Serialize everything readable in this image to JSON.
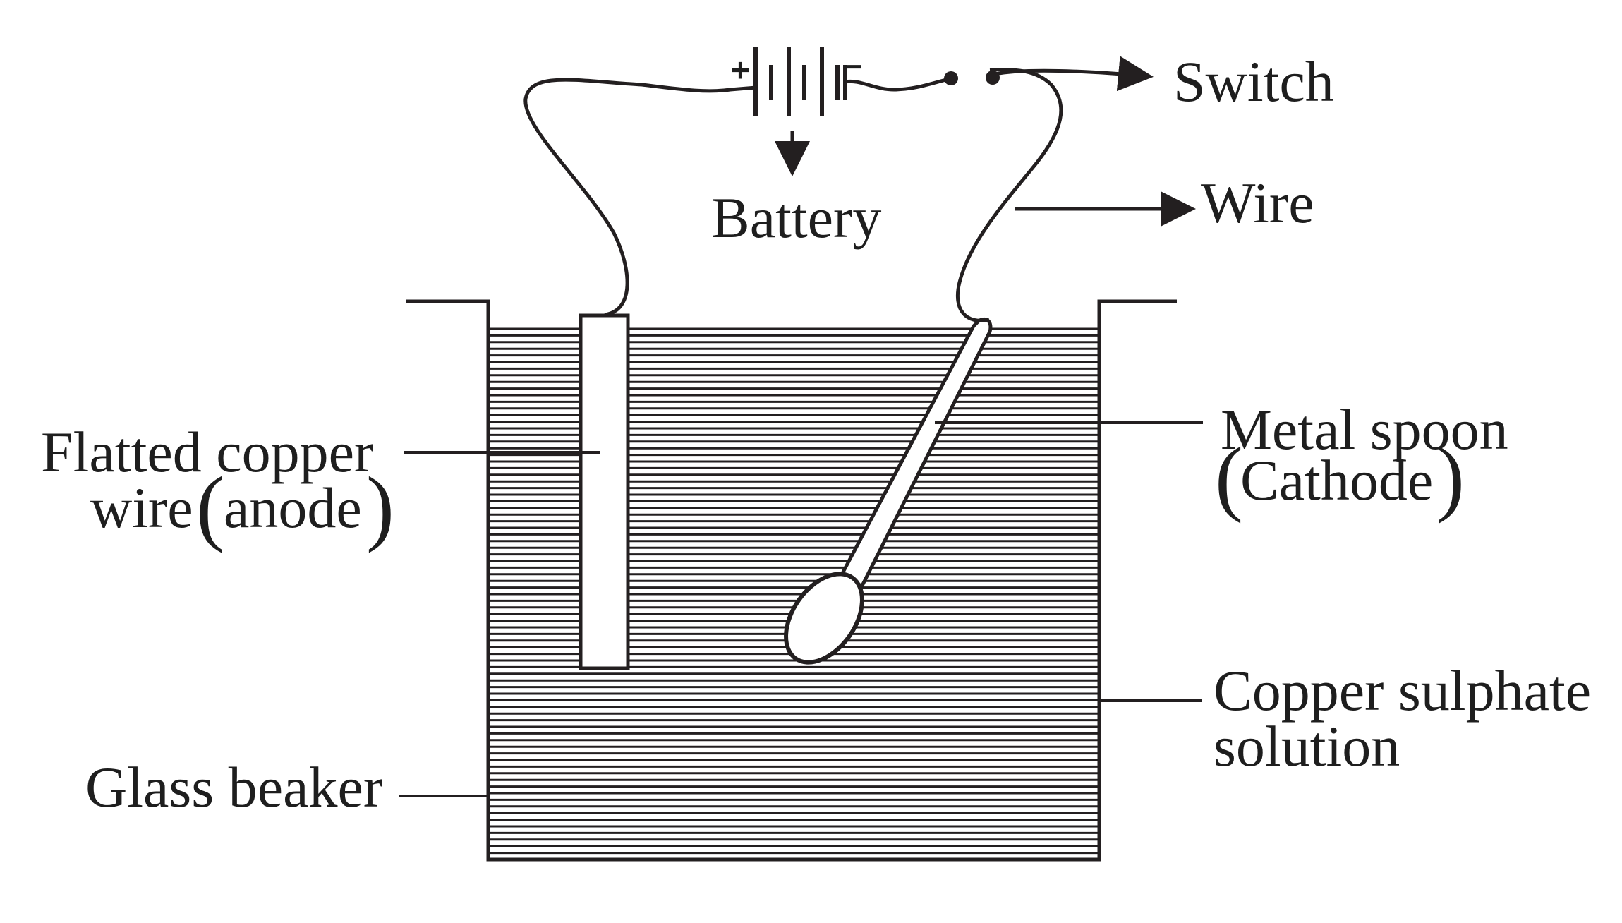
{
  "labels": {
    "switch": "Switch",
    "battery": "Battery",
    "wire": "Wire",
    "anode_line1": "Flatted copper",
    "anode_line2": "wire",
    "anode_paren_text": "anode",
    "cathode_line1": "Metal spoon",
    "cathode_paren_text": "Cathode",
    "solution_line1": "Copper sulphate",
    "solution_line2": "solution",
    "beaker": "Glass beaker",
    "battery_plus": "+",
    "battery_minus": "−",
    "open_paren": "(",
    "close_paren": ")"
  },
  "colors": {
    "ink": "#231f20",
    "background": "#ffffff"
  }
}
